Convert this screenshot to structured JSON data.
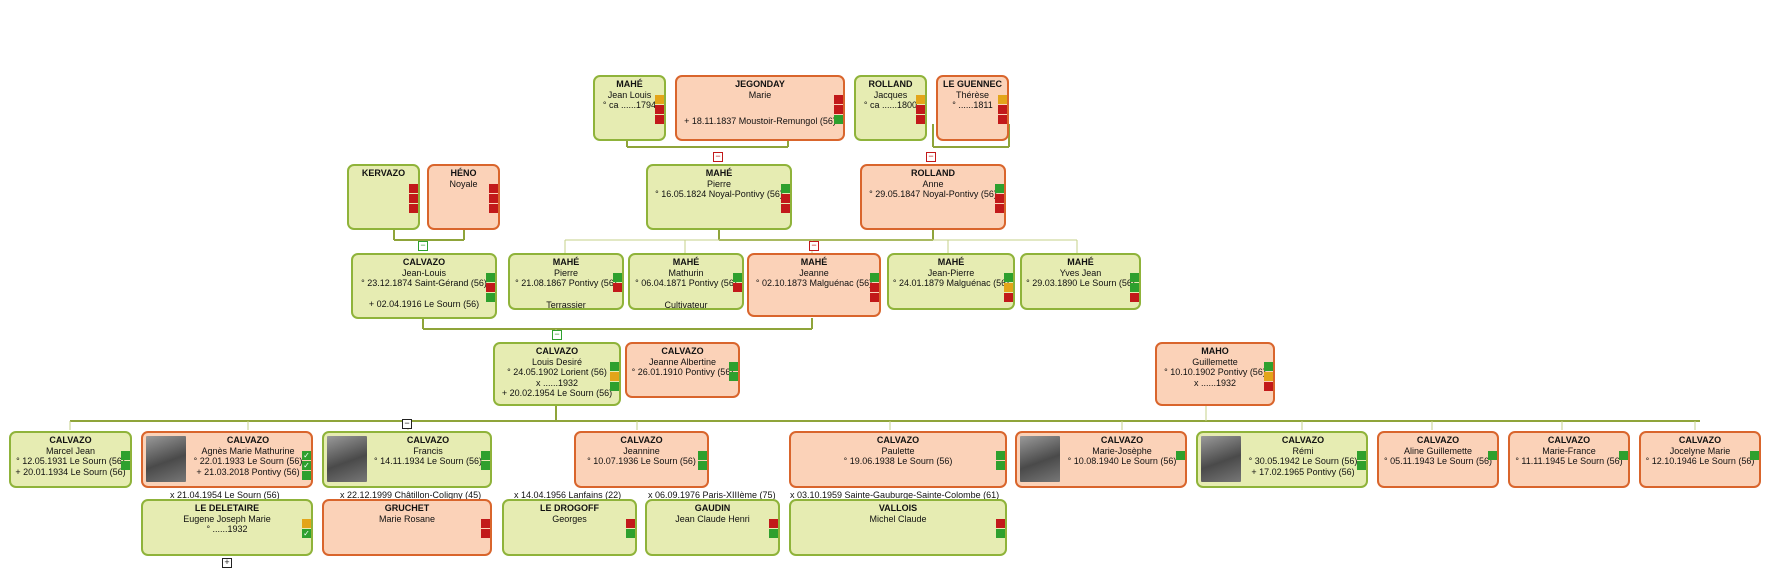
{
  "colors": {
    "male_fill": "#e6ecb2",
    "male_border": "#8fb33a",
    "female_fill": "#fbd2b8",
    "female_border": "#d9652c",
    "line": "#8fa43a",
    "flag_green": "#2ea02e",
    "flag_yellow": "#e3a51a",
    "flag_red": "#c2191a"
  },
  "people": {
    "mahe_jl": {
      "surname": "MAHÉ",
      "given": "Jean Louis",
      "l1": "° ca ......1794",
      "l2": ""
    },
    "jegonday": {
      "surname": "JEGONDAY",
      "given": "Marie",
      "l1": "",
      "l2": "+ 18.11.1837 Moustoir-Remungol (56)"
    },
    "rolland_j": {
      "surname": "ROLLAND",
      "given": "Jacques",
      "l1": "° ca ......1800",
      "l2": ""
    },
    "leguennec": {
      "surname": "LE GUENNEC",
      "given": "Thérèse",
      "l1": "° ......1811",
      "l2": ""
    },
    "kervazo": {
      "surname": "KERVAZO",
      "given": "",
      "l1": "",
      "l2": ""
    },
    "heno": {
      "surname": "HÉNO",
      "given": "Noyale",
      "l1": "",
      "l2": ""
    },
    "mahe_p1": {
      "surname": "MAHÉ",
      "given": "Pierre",
      "l1": "° 16.05.1824 Noyal-Pontivy (56)",
      "l2": ""
    },
    "rolland_a": {
      "surname": "ROLLAND",
      "given": "Anne",
      "l1": "° 29.05.1847 Noyal-Pontivy (56)",
      "l2": ""
    },
    "calvazo_jl": {
      "surname": "CALVAZO",
      "given": "Jean-Louis",
      "l1": "° 23.12.1874 Saint-Gérand (56)",
      "l2": "+ 02.04.1916 Le Sourn (56)"
    },
    "mahe_p2": {
      "surname": "MAHÉ",
      "given": "Pierre",
      "l1": "° 21.08.1867 Pontivy (56)",
      "l2": "Terrassier"
    },
    "mahe_m": {
      "surname": "MAHÉ",
      "given": "Mathurin",
      "l1": "° 06.04.1871 Pontivy (56)",
      "l2": "Cultivateur"
    },
    "mahe_j": {
      "surname": "MAHÉ",
      "given": "Jeanne",
      "l1": "° 02.10.1873 Malguénac (56)",
      "l2": ""
    },
    "mahe_jp": {
      "surname": "MAHÉ",
      "given": "Jean-Pierre",
      "l1": "° 24.01.1879 Malguénac (56)",
      "l2": ""
    },
    "mahe_yj": {
      "surname": "MAHÉ",
      "given": "Yves Jean",
      "l1": "° 29.03.1890 Le Sourn (56)",
      "l2": ""
    },
    "calvazo_ld": {
      "surname": "CALVAZO",
      "given": "Louis Desiré",
      "l1": "° 24.05.1902 Lorient (56)",
      "l2": "x ......1932",
      "l3": "+ 20.02.1954 Le Sourn (56)"
    },
    "calvazo_ja": {
      "surname": "CALVAZO",
      "given": "Jeanne Albertine",
      "l1": "° 26.01.1910 Pontivy (56)",
      "l2": ""
    },
    "maho": {
      "surname": "MAHO",
      "given": "Guillemette",
      "l1": "° 10.10.1902 Pontivy (56)",
      "l2": "x ......1932"
    },
    "c_marcel": {
      "surname": "CALVAZO",
      "given": "Marcel Jean",
      "l1": "° 12.05.1931 Le Sourn (56)",
      "l2": "+ 20.01.1934 Le Sourn (56)"
    },
    "c_agnes": {
      "surname": "CALVAZO",
      "given": "Agnès Marie Mathurine",
      "l1": "° 22.01.1933 Le Sourn (56)",
      "l2": "+ 21.03.2018 Pontivy (56)"
    },
    "c_francis": {
      "surname": "CALVAZO",
      "given": "Francis",
      "l1": "° 14.11.1934 Le Sourn (56)",
      "l2": ""
    },
    "c_jeannine": {
      "surname": "CALVAZO",
      "given": "Jeannine",
      "l1": "° 10.07.1936 Le Sourn (56)",
      "l2": ""
    },
    "c_paulette": {
      "surname": "CALVAZO",
      "given": "Paulette",
      "l1": "° 19.06.1938 Le Sourn (56)",
      "l2": ""
    },
    "c_mj": {
      "surname": "CALVAZO",
      "given": "Marie-Josèphe",
      "l1": "° 10.08.1940 Le Sourn (56)",
      "l2": ""
    },
    "c_remi": {
      "surname": "CALVAZO",
      "given": "Rémi",
      "l1": "° 30.05.1942 Le Sourn (56)",
      "l2": "+ 17.02.1965 Pontivy (56)"
    },
    "c_aline": {
      "surname": "CALVAZO",
      "given": "Aline Guillemette",
      "l1": "° 05.11.1943 Le Sourn (56)",
      "l2": ""
    },
    "c_mf": {
      "surname": "CALVAZO",
      "given": "Marie-France",
      "l1": "° 11.11.1945 Le Sourn (56)",
      "l2": ""
    },
    "c_jocelyne": {
      "surname": "CALVAZO",
      "given": "Jocelyne Marie",
      "l1": "° 12.10.1946 Le Sourn (56)",
      "l2": ""
    },
    "deletaire": {
      "surname": "LE DELETAIRE",
      "given": "Eugene Joseph Marie",
      "l1": "° ......1932",
      "l2": ""
    },
    "gruchet": {
      "surname": "GRUCHET",
      "given": "Marie Rosane",
      "l1": "",
      "l2": ""
    },
    "drogoff": {
      "surname": "LE DROGOFF",
      "given": "Georges",
      "l1": "",
      "l2": ""
    },
    "gaudin": {
      "surname": "GAUDIN",
      "given": "Jean Claude Henri",
      "l1": "",
      "l2": ""
    },
    "vallois": {
      "surname": "VALLOIS",
      "given": "Michel Claude",
      "l1": "",
      "l2": ""
    }
  },
  "marriages": {
    "m1": "x 21.04.1954 Le Sourn (56)",
    "m2": "x 22.12.1999 Châtillon-Coligny (45)",
    "m3": "x 14.04.1956 Lanfains (22)",
    "m4": "x 06.09.1976 Paris-XIIIème (75)",
    "m5": "x 03.10.1959 Sainte-Gauburge-Sainte-Colombe (61)"
  },
  "buttons": {
    "collapse": "−",
    "expand": "+"
  }
}
